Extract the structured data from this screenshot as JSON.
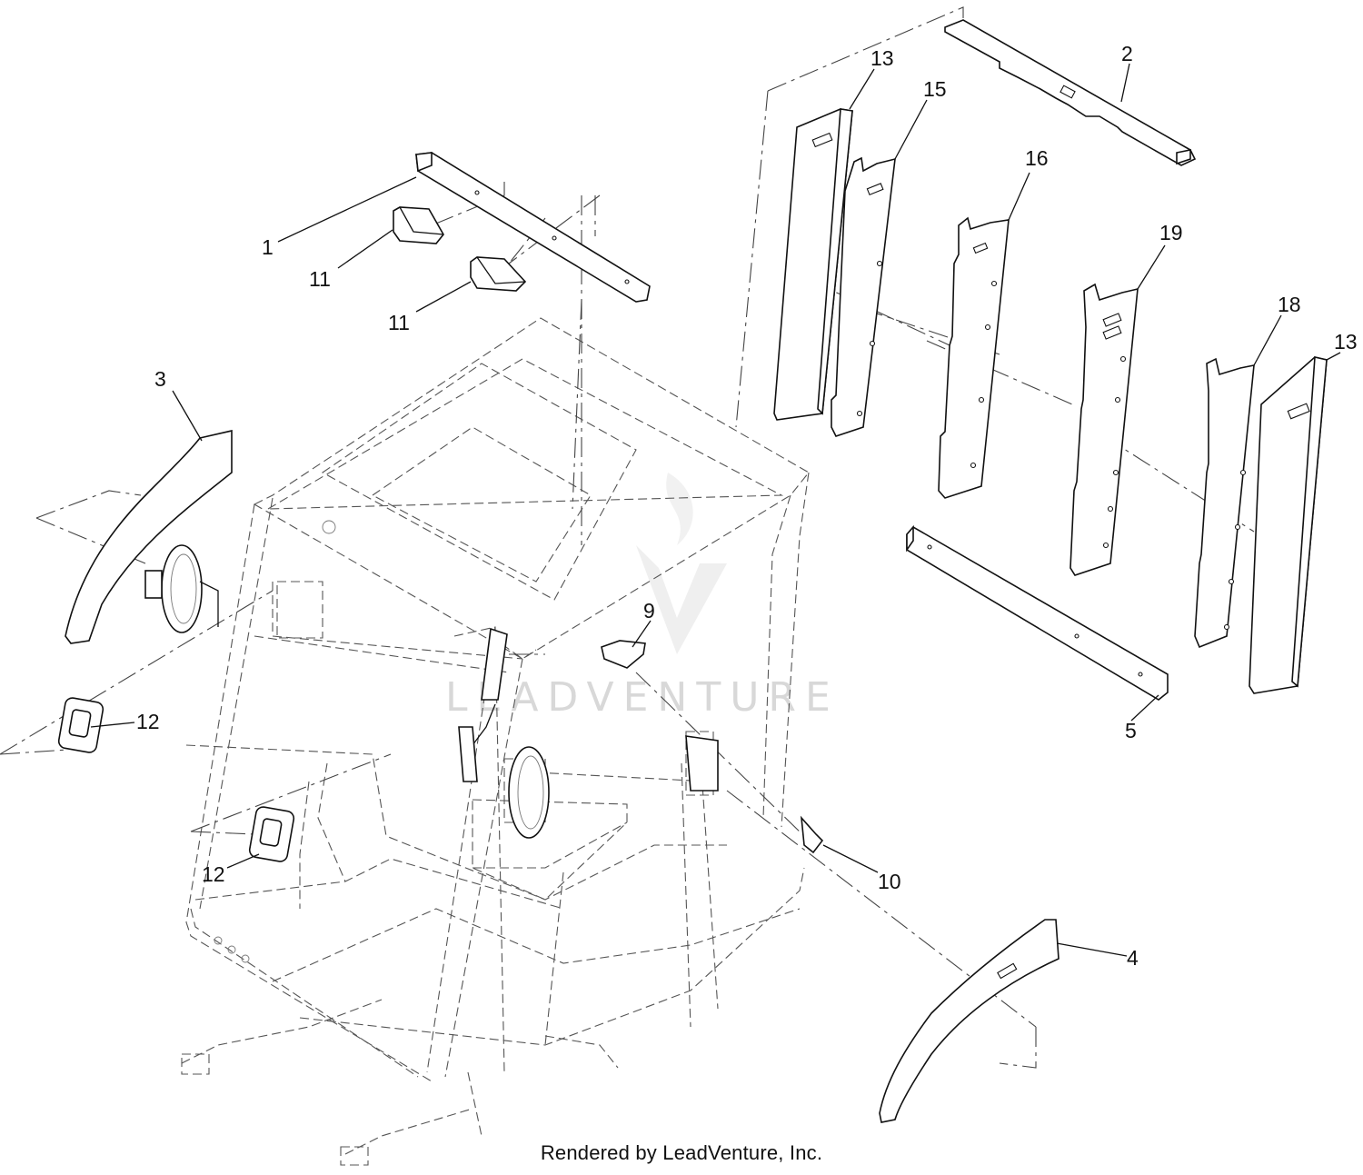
{
  "callouts": {
    "c1": "1",
    "c2": "2",
    "c3": "3",
    "c4": "4",
    "c5": "5",
    "c9": "9",
    "c10": "10",
    "c11a": "11",
    "c11b": "11",
    "c12a": "12",
    "c12b": "12",
    "c13a": "13",
    "c13b": "13",
    "c15": "15",
    "c16": "16",
    "c18": "18",
    "c19": "19"
  },
  "watermark": "LEADVENTURE",
  "footer": "Rendered by LeadVenture, Inc."
}
